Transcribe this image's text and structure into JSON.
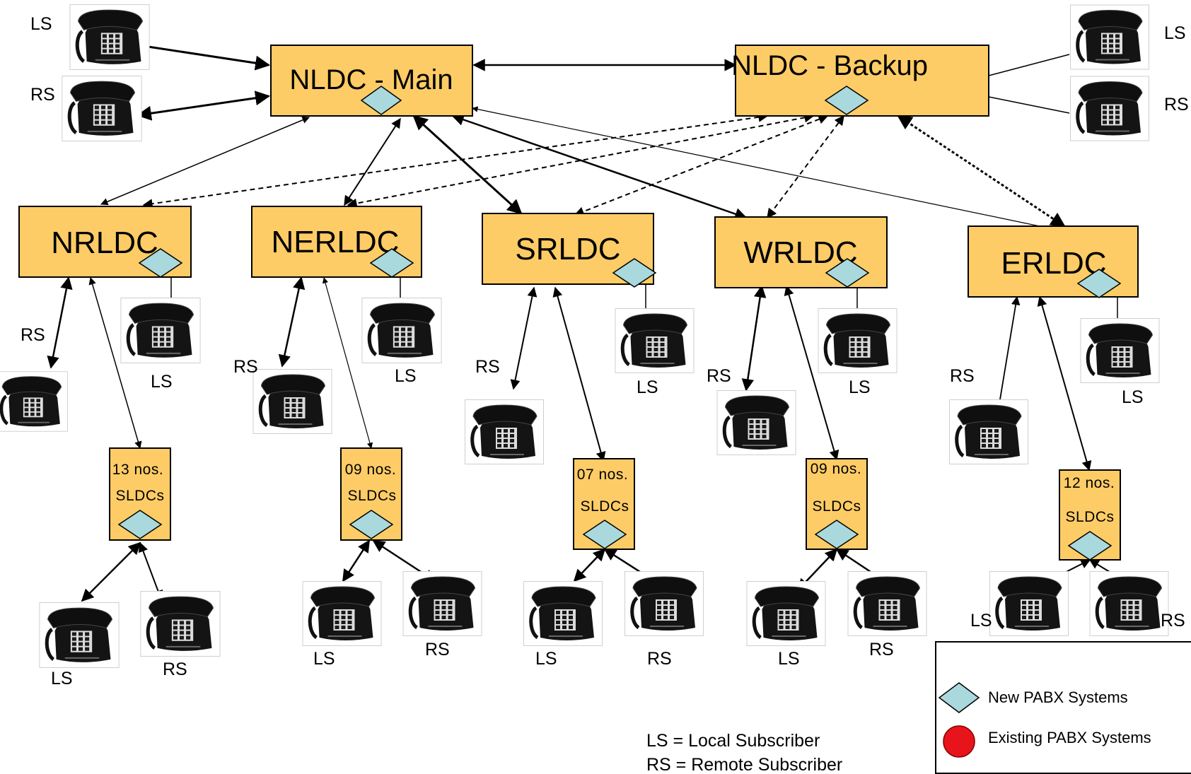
{
  "nodes": {
    "nldc_main": "NLDC - Main",
    "nldc_backup": "NLDC - Backup",
    "nrldc": "NRLDC",
    "nerldc": "NERLDC",
    "srldc": "SRLDC",
    "wrldc": "WRLDC",
    "erldc": "ERLDC"
  },
  "sldc_groups": [
    {
      "line1": "13 nos.",
      "line2": "SLDCs"
    },
    {
      "line1": "09 nos.",
      "line2": "SLDCs"
    },
    {
      "line1": "07 nos.",
      "line2": "SLDCs"
    },
    {
      "line1": "09 nos.",
      "line2": "SLDCs"
    },
    {
      "line1": "12 nos.",
      "line2": "SLDCs"
    }
  ],
  "subscriber_labels": {
    "ls": "LS",
    "rs": "RS"
  },
  "abbreviations": {
    "ls_def": "LS = Local Subscriber",
    "rs_def": "RS = Remote Subscriber"
  },
  "legend": {
    "new_pabx": "New PABX Systems",
    "existing_pabx": "Existing PABX Systems"
  },
  "colors": {
    "node_fill": "#FECC66",
    "new_pabx": "#A9D9DC",
    "existing_pabx": "#E8141B"
  }
}
